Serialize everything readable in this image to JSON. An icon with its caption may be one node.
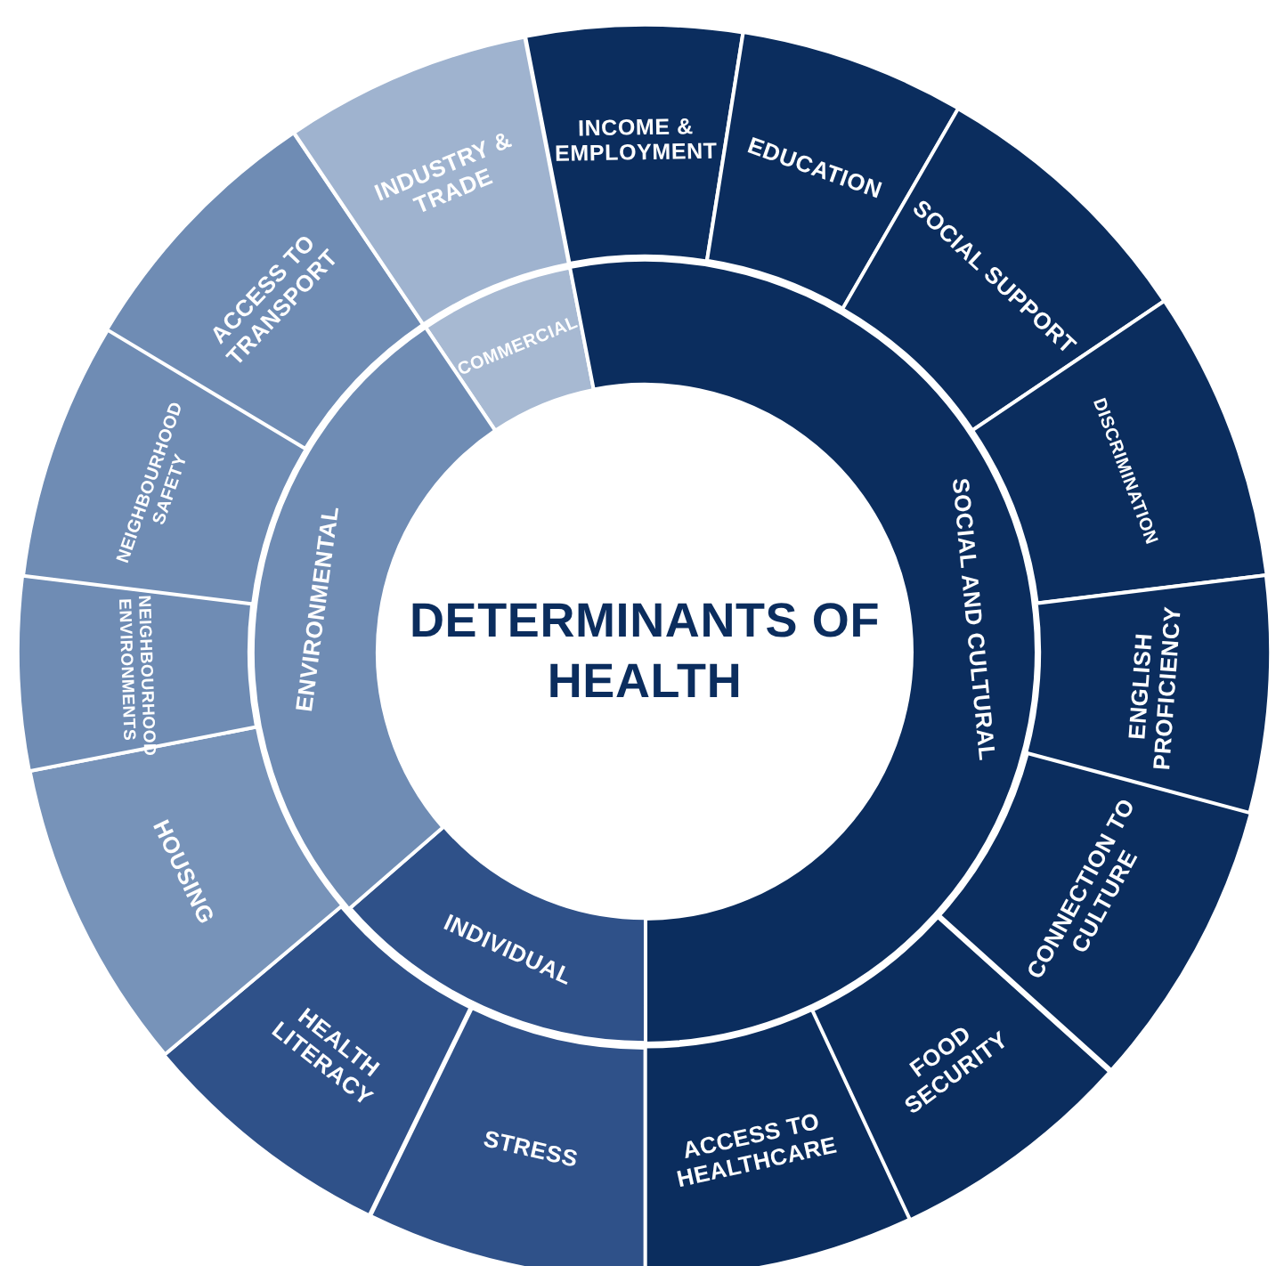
{
  "diagram": {
    "nodes": [
      {
        "text": [
          "DETERMINANTS OF HEALTH"
        ]
      },
      {
        "text": [
          "COMMERCIAL"
        ]
      },
      {
        "text": [
          "SOCIAL AND CULTURAL"
        ]
      },
      {
        "text": [
          "INDIVIDUAL"
        ]
      },
      {
        "text": [
          "ENVIRONMENTAL"
        ]
      },
      {
        "text": [
          "INCOME & EMPLOYMENT"
        ]
      },
      {
        "text": [
          "EDUCATION"
        ]
      },
      {
        "text": [
          "SOCIAL SUPPORT"
        ]
      },
      {
        "text": [
          "DISCRIMINATION"
        ]
      },
      {
        "text": [
          "ENGLISH PROFICIENCY"
        ]
      },
      {
        "text": [
          "CONNECTION TO CULTURE"
        ]
      },
      {
        "text": [
          "FOOD SECURITY"
        ]
      },
      {
        "text": [
          "ACCESS TO HEALTHCARE"
        ]
      },
      {
        "text": [
          "STRESS"
        ]
      },
      {
        "text": [
          "HEALTH LITERACY"
        ]
      },
      {
        "text": [
          "HOUSING"
        ]
      },
      {
        "text": [
          "NEIGHBOURHOOD ENVIRONMENTS"
        ]
      },
      {
        "text": [
          "NEIGHBOURHOOD SAFETY"
        ]
      },
      {
        "text": [
          "ACCESS TO TRANSPORT"
        ]
      },
      {
        "text": [
          "INDUSTRY & TRADE"
        ]
      }
    ],
    "edges": []
  }
}
